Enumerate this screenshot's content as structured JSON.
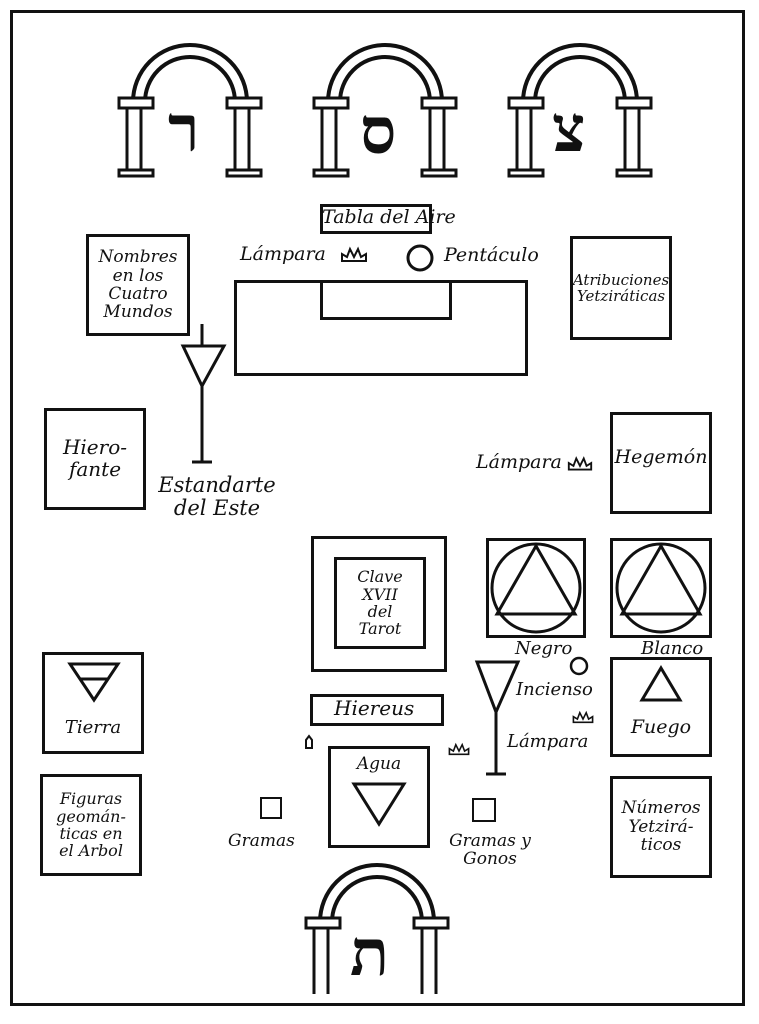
{
  "hebrew_letters": {
    "arch_left": "ר",
    "arch_middle": "ס",
    "arch_right": "צ",
    "arch_bottom": "ת"
  },
  "tabla_del_aire": "Tabla del Aire",
  "lampara": "Lámpara",
  "pentaculo": "Pentáculo",
  "nombres_cuatro_mundos": [
    "Nombres",
    "en los",
    "Cuatro",
    "Mundos"
  ],
  "atribuciones_yetziraticas": [
    "Atribuciones",
    "Yetziráticas"
  ],
  "hierofante": [
    "Hiero-",
    "fante"
  ],
  "estandarte_del_este": [
    "Estandarte",
    "del Este"
  ],
  "hegemon": "Hegemón",
  "clave_tarot": [
    "Clave",
    "XVII",
    "del",
    "Tarot"
  ],
  "negro": "Negro",
  "blanco": "Blanco",
  "incienso": "Incienso",
  "tierra": "Tierra",
  "fuego": "Fuego",
  "hiereus": "Hiereus",
  "agua": "Agua",
  "figuras_geomanticas": [
    "Figuras",
    "geomán-",
    "ticas en",
    "el Arbol"
  ],
  "gramas": "Gramas",
  "gramas_y_gonos": [
    "Gramas y",
    "Gonos"
  ],
  "numeros_yetziraticos": [
    "Números",
    "Yetzirá-",
    "ticos"
  ],
  "colors": {
    "ink": "#111111",
    "paper": "#ffffff"
  },
  "icons": [
    "arch-icon",
    "lamp-icon",
    "pentacle-circle-icon",
    "banner-triangle-icon",
    "triangle-in-circle-icon",
    "earth-triangle-icon",
    "fire-triangle-icon",
    "water-triangle-icon",
    "small-square-icon",
    "incense-circle-icon"
  ]
}
